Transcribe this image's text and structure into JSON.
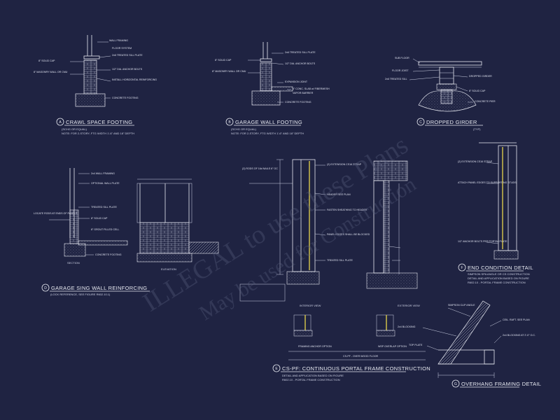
{
  "details": {
    "a": {
      "marker": "A",
      "title": "CRAWL SPACE FOOTING",
      "sub1": "(SCHG OR EQUAL)",
      "sub2": "NOTE: FOR 2-STORY, FTG WIDTH 1'-6\" AND 18\" DEPTH",
      "notes": [
        "WALL FRAMING",
        "FLOOR SYSTEM",
        "2x6 TREATED SILL PLATE",
        "8\" SOLID CAP",
        "8\" MASONRY WALL OR CMU",
        "1/2\" DIA. ANCHOR BOLTS",
        "INSTALL HORIZONTAL REINFORCING",
        "CONCRETE FOOTING"
      ]
    },
    "b": {
      "marker": "B",
      "title": "GARAGE WALL FOOTING",
      "sub1": "(SCHG OR EQUAL)",
      "sub2": "NOTE: FOR 2-STORY, FTG WIDTH 1'-6\" AND 18\" DEPTH",
      "notes": [
        "2x6 TREATED SILL PLATE",
        "1/2\" DIA. ANCHOR BOLTS",
        "8\" SOLID CAP",
        "8\" MASONRY WALL OR CMU",
        "EXPANSION JOINT",
        "4\" CONC. SLAB w/ FIBERMESH",
        "VAPOR BARRIER",
        "CONCRETE FOOTING"
      ]
    },
    "c": {
      "marker": "C",
      "title": "DROPPED GIRDER",
      "sub1": "(TYP)",
      "notes": [
        "SUB FLOOR",
        "FLOOR JOIST",
        "2x6 TREATED SILL",
        "DROPPED GIRDER",
        "8\" SOLID CAP",
        "CONCRETE PIER"
      ]
    },
    "d": {
      "marker": "D",
      "title": "GARAGE SING WALL REINFORCING",
      "sub1": "(LOCK REFERENCE, SEE FIGURE R602.10.1)",
      "section_label": "SECTION",
      "elevation_label": "ELEVATION",
      "notes": [
        "2x4 WALL FRAMING",
        "OPTIONAL WALL PLATE",
        "TREATED SILL PLATE",
        "8\" SOLID CAP",
        "8\" GROUT FILLED CELL",
        "CONCRETE FOOTING",
        "LOCATE RODS AT ENDS OF PANELS"
      ]
    },
    "e": {
      "marker": "E",
      "title": "CS-PF: CONTINUOUS PORTAL FRAME CONSTRUCTION",
      "sub1": "DETAIL AND APPLICATION BASED ON FIGURE",
      "sub2": "R602.10 - PORTAL FRAME CONSTRUCTION",
      "interior_label": "INTERIOR VIEW",
      "exterior_label": "EXTERIOR VIEW",
      "framing_label": "FRAMING ANCHOR OPTION",
      "overlap_label": "WSP OVERLAP OPTION",
      "cspf_label": "CS-PF - OVER WOOD FLOOR",
      "notes": [
        "(2) EXTENSION CS16 STRAP",
        "(2) RODS OF 16d NAILS 6\" OC",
        "HEADER SEE PLAN",
        "FASTEN SHEATHING TO HEADER",
        "PANEL EDGES SHALL BE BLOCKED",
        "TREATED SILL PLATE",
        "FRAMING ANCHOR OPTION"
      ]
    },
    "f": {
      "marker": "F",
      "title": "END CONDITION DETAIL",
      "sub1": "SIMPSON SPA ANGLE OR CS CONSTRUCTION",
      "sub2": "DETAIL AND APPLICATION BASED ON FIGURE",
      "sub3": "R602.10 - PORTAL FRAME CONSTRUCTION",
      "notes": [
        "(2) EXTENSION CS16 STRAP",
        "ATTACH PANEL EDGES TO SUPPORTING STUDS",
        "1/2\" ANCHOR BOLTS PER PORTAL PLATE"
      ]
    },
    "g": {
      "marker": "G",
      "title": "OVERHANG FRAMING DETAIL",
      "notes": [
        "SIMPSON CLIP ANGLE",
        "2x4 BLOCKING",
        "CEIL. RAFT. SEE PLAN",
        "TOP PLATE",
        "2x4 BLOCKING AT 2'-0\" O.C."
      ]
    }
  },
  "watermark": {
    "line1": "ILLEGAL to use these Plans",
    "line2": "May be used for Construction"
  },
  "colors": {
    "background": "#1f2342",
    "linework": "#e8eaf2",
    "sheathing": "#d9c94a"
  }
}
